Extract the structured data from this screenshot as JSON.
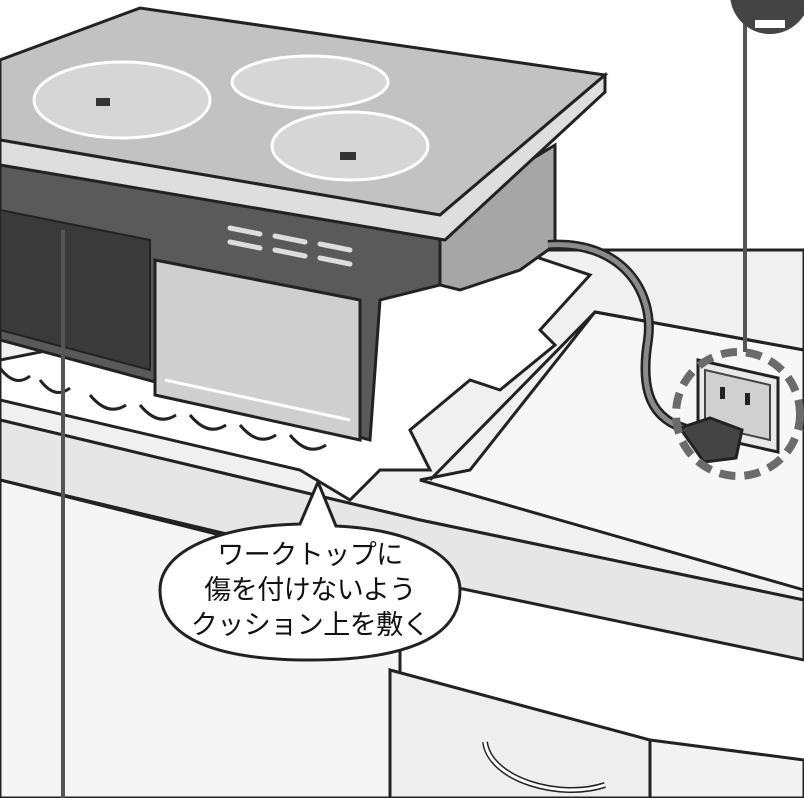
{
  "callout": {
    "line1": "ワークトップに",
    "line2": "傷を付けないよう",
    "line3": "クッション上を敷く"
  },
  "colors": {
    "outline": "#222222",
    "cooktop_top": "#bcbcbc",
    "cooktop_body": "#8e8e8e",
    "cushion": "#ffffff",
    "counter": "#eeeeee",
    "cabinet": "#f6f6f6",
    "dashed_highlight": "#6b6b6b"
  },
  "icons": [
    "power-outlet-icon",
    "power-plug-icon",
    "callout-bubble"
  ]
}
